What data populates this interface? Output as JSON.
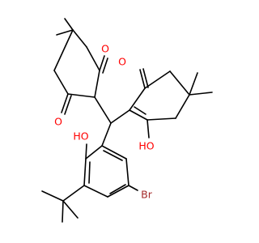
{
  "colors": {
    "bond": "#000000",
    "oxygen": "#ff0000",
    "bromine": "#a52a2a",
    "background": "#ffffff"
  },
  "atoms": {
    "o_ketone_upper_left": "O",
    "o_ketone_lower_left": "O",
    "o_ketone_right": "O",
    "oh_phenol": "HO",
    "oh_enol": "HO",
    "br": "Br"
  }
}
